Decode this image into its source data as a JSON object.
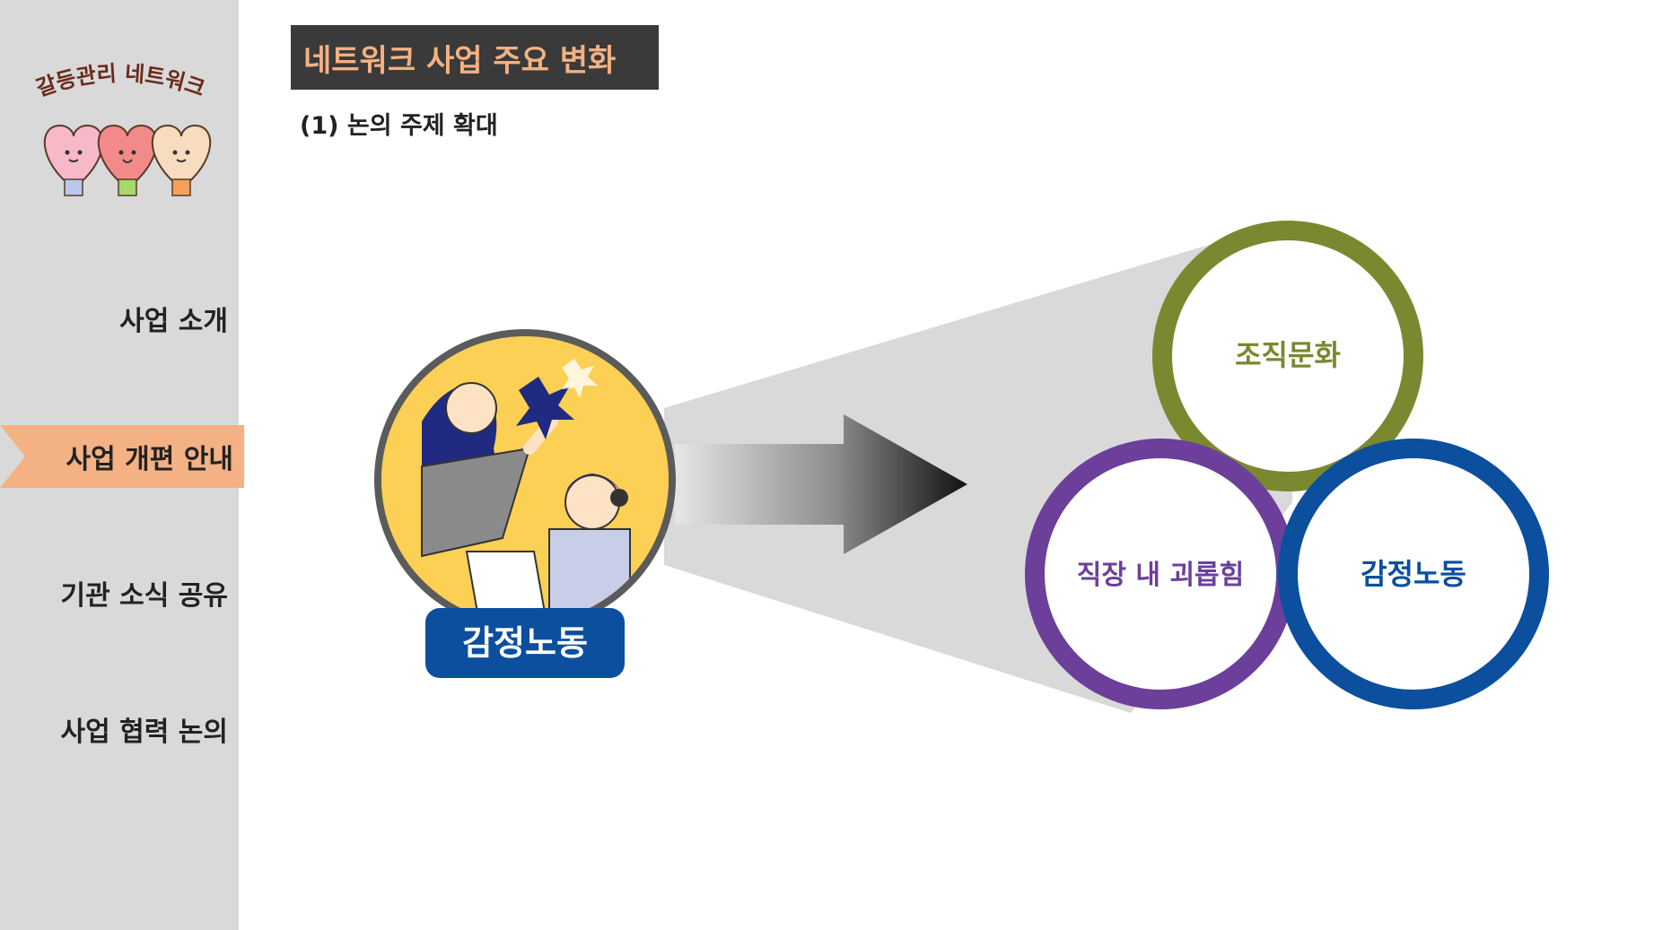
{
  "logo": {
    "text": "갈등관리 네트워크"
  },
  "nav": {
    "items": [
      {
        "label": "사업 소개"
      },
      {
        "label": "사업 개편 안내"
      },
      {
        "label": "기관 소식 공유"
      },
      {
        "label": "사업 협력 논의"
      }
    ],
    "active_index": 1
  },
  "slide": {
    "title": "네트워크 사업 주요 변화",
    "subtitle": "(1) 논의 주제 확대"
  },
  "diagram": {
    "source_label": "감정노동",
    "circles": [
      {
        "label": "조직문화",
        "color": "#7a8830"
      },
      {
        "label": "직장 내 괴롭힘",
        "color": "#6b3f9a"
      },
      {
        "label": "감정노동",
        "color": "#0b4f9e"
      }
    ]
  },
  "colors": {
    "sidebar_bg": "#d9d9d9",
    "active_tab": "#f4b183",
    "title_bg": "#3a3a3a",
    "title_text": "#f4b183",
    "badge_bg": "#0b4f9e"
  }
}
